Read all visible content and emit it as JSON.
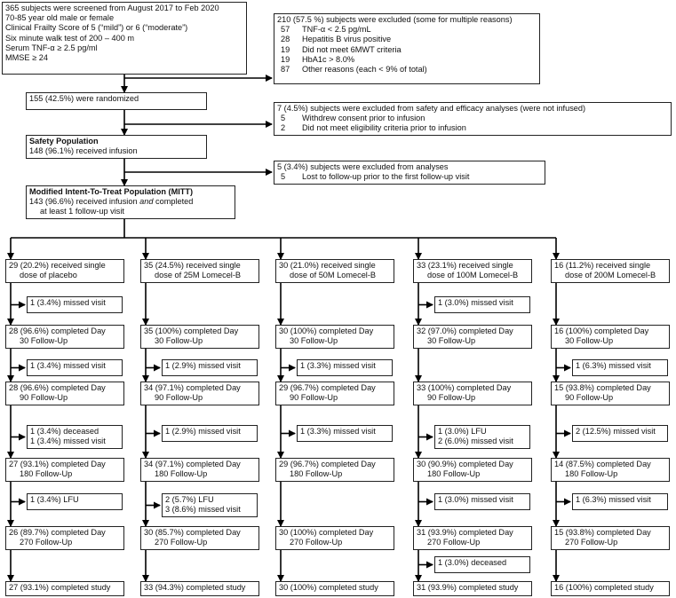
{
  "screening": {
    "lines": [
      "365 subjects were screened from August 2017 to Feb 2020",
      "70-85 year old male or female",
      "Clinical Frailty Score of 5 (“mild”) or 6 (“moderate”)",
      "Six minute walk test of 200 – 400 m",
      "Serum TNF-α ≥ 2.5 pg/ml",
      "MMSE ≥ 24"
    ]
  },
  "excluded1": {
    "title": "210 (57.5 %) subjects were excluded (some for multiple reasons)",
    "rows": [
      {
        "n": "57",
        "reason": "TNF-α < 2.5 pg/mL"
      },
      {
        "n": "28",
        "reason": "Hepatitis B virus positive"
      },
      {
        "n": "19",
        "reason": "Did not meet 6MWT criteria"
      },
      {
        "n": "19",
        "reason": "HbA1c > 8.0%"
      },
      {
        "n": "87",
        "reason": "Other reasons (each < 9% of total)"
      }
    ]
  },
  "randomized": {
    "text": "155 (42.5%) were randomized"
  },
  "excluded2": {
    "title": "7 (4.5%) subjects were excluded from safety and efficacy analyses (were not infused)",
    "rows": [
      {
        "n": "5",
        "reason": "Withdrew consent prior to infusion"
      },
      {
        "n": "2",
        "reason": "Did not meet eligibility criteria prior to infusion"
      }
    ]
  },
  "safety": {
    "title": "Safety Population",
    "text": "148 (96.1%) received infusion"
  },
  "excluded3": {
    "title": "5 (3.4%) subjects were excluded from analyses",
    "rows": [
      {
        "n": "5",
        "reason": "Lost to follow-up prior to the first follow-up visit"
      }
    ]
  },
  "mitt": {
    "title": "Modified Intent-To-Treat Population (MITT)",
    "line1_pre": "143 (96.6%) received infusion ",
    "line1_em": "and",
    "line1_post": " completed",
    "line2": "at least 1 follow-up visit"
  },
  "arms": [
    {
      "dose": [
        "29 (20.2%) received single",
        "dose of placebo"
      ],
      "a1": [
        "1 (3.4%) missed visit"
      ],
      "d30": [
        "28 (96.6%) completed Day",
        "30 Follow-Up"
      ],
      "a2": [
        "1 (3.4%) missed visit"
      ],
      "d90": [
        "28 (96.6%) completed Day",
        "90 Follow-Up"
      ],
      "a3": [
        "1 (3.4%) deceased",
        "1 (3.4%) missed visit"
      ],
      "d180": [
        "27 (93.1%) completed Day",
        "180 Follow-Up"
      ],
      "a4": [
        "1 (3.4%) LFU"
      ],
      "d270": [
        "26 (89.7%) completed Day",
        "270 Follow-Up"
      ],
      "a5": [],
      "final": "27 (93.1%) completed study"
    },
    {
      "dose": [
        "35 (24.5%) received single",
        "dose of 25M Lomecel-B"
      ],
      "a1": [],
      "d30": [
        "35 (100%) completed Day",
        "30 Follow-Up"
      ],
      "a2": [
        "1 (2.9%) missed visit"
      ],
      "d90": [
        "34 (97.1%) completed Day",
        "90 Follow-Up"
      ],
      "a3": [
        "1 (2.9%) missed visit"
      ],
      "d180": [
        "34 (97.1%) completed Day",
        "180 Follow-Up"
      ],
      "a4": [
        "2 (5.7%) LFU",
        "3 (8.6%) missed visit"
      ],
      "d270": [
        "30 (85.7%) completed Day",
        "270 Follow-Up"
      ],
      "a5": [],
      "final": "33 (94.3%) completed study"
    },
    {
      "dose": [
        "30 (21.0%) received single",
        "dose of 50M Lomecel-B"
      ],
      "a1": [],
      "d30": [
        "30 (100%) completed Day",
        "30 Follow-Up"
      ],
      "a2": [
        "1 (3.3%) missed visit"
      ],
      "d90": [
        "29 (96.7%) completed Day",
        "90 Follow-Up"
      ],
      "a3": [
        "1 (3.3%) missed visit"
      ],
      "d180": [
        "29 (96.7%) completed Day",
        "180 Follow-Up"
      ],
      "a4": [],
      "d270": [
        "30 (100%) completed Day",
        "270 Follow-Up"
      ],
      "a5": [],
      "final": "30 (100%) completed study"
    },
    {
      "dose": [
        "33 (23.1%) received single",
        "dose of 100M Lomecel-B"
      ],
      "a1": [
        "1 (3.0%) missed visit"
      ],
      "d30": [
        "32 (97.0%) completed Day",
        "30 Follow-Up"
      ],
      "a2": [],
      "d90": [
        "33 (100%) completed Day",
        "90 Follow-Up"
      ],
      "a3": [
        "1 (3.0%) LFU",
        "2 (6.0%) missed visit"
      ],
      "d180": [
        "30 (90.9%) completed Day",
        "180 Follow-Up"
      ],
      "a4": [
        "1 (3.0%) missed visit"
      ],
      "d270": [
        "31 (93.9%) completed Day",
        "270 Follow-Up"
      ],
      "a5": [
        "1 (3.0%) deceased"
      ],
      "final": "31 (93.9%) completed study"
    },
    {
      "dose": [
        "16 (11.2%) received single",
        "dose of 200M Lomecel-B"
      ],
      "a1": [],
      "d30": [
        "16 (100%) completed Day",
        "30 Follow-Up"
      ],
      "a2": [
        "1 (6.3%) missed visit"
      ],
      "d90": [
        "15 (93.8%) completed Day",
        "90 Follow-Up"
      ],
      "a3": [
        "2 (12.5%) missed visit"
      ],
      "d180": [
        "14 (87.5%) completed Day",
        "180 Follow-Up"
      ],
      "a4": [
        "1 (6.3%) missed visit"
      ],
      "d270": [
        "15 (93.8%) completed Day",
        "270 Follow-Up"
      ],
      "a5": [],
      "final": "16 (100%) completed study"
    }
  ]
}
